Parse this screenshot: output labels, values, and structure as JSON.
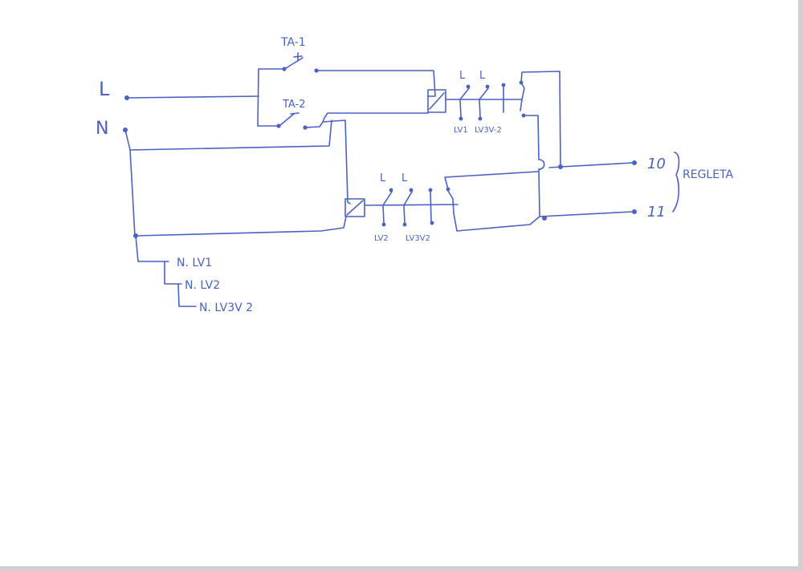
{
  "labels": {
    "line": "L",
    "neutral": "N",
    "pushbutton_1": "TA-1",
    "pushbutton_2": "TA-2",
    "relay1_contact_a_top": "L",
    "relay1_contact_b_top": "L",
    "relay1_contact_a_bottom": "LV1",
    "relay1_contact_b_bottom": "LV3V-2",
    "relay2_contact_a_top": "L",
    "relay2_contact_b_top": "L",
    "relay2_contact_a_bottom": "LV2",
    "relay2_contact_b_bottom": "LV3V2",
    "output_10": "10",
    "output_11": "11",
    "terminal_block": "REGLETA",
    "neutral_lv1": "N. LV1",
    "neutral_lv2": "N. LV2",
    "neutral_lv3v2": "N. LV3V 2"
  },
  "colors": {
    "ink": "#4a62c4"
  }
}
